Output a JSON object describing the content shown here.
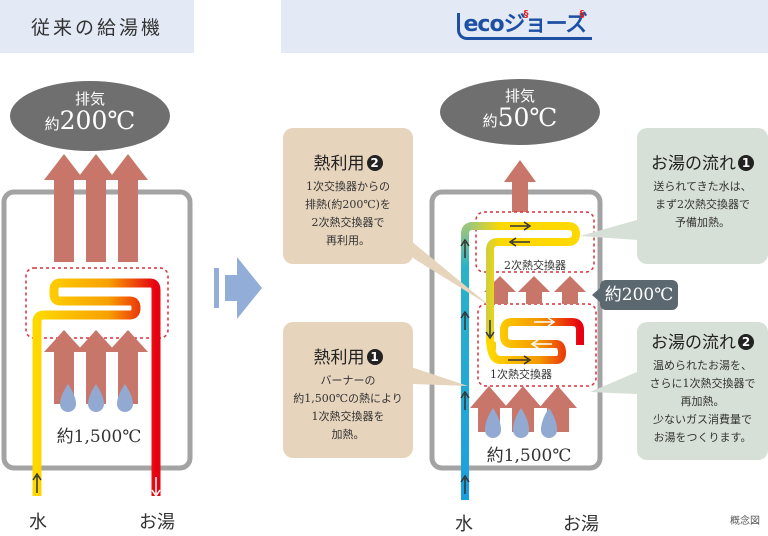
{
  "header": {
    "left_title": "従来の給湯機",
    "right_logo_text": "ecoジョーズ",
    "logo_steam_marks": "ss ss",
    "colors": {
      "header_bg": "#e3eaf5",
      "logo_blue": "#1d4fa3",
      "logo_steam_red": "#e5231f"
    }
  },
  "conventional": {
    "exhaust_label": "排気",
    "exhaust_prefix": "約",
    "exhaust_value": "200℃",
    "burner_temp": "約1,500℃",
    "water_in_label": "水",
    "hot_water_out_label": "お湯"
  },
  "eco": {
    "exhaust_label": "排気",
    "exhaust_prefix": "約",
    "exhaust_value": "50℃",
    "secondary_exchanger_label": "2次熱交換器",
    "primary_exchanger_label": "1次熱交換器",
    "mid_temp_callout": "約200℃",
    "burner_temp": "約1,500℃",
    "water_in_label": "水",
    "hot_water_out_label": "お湯"
  },
  "callouts": {
    "heat_use_2": {
      "title": "熱利用",
      "number": "2",
      "lines": [
        "1次交換器からの",
        "排熱(約200℃)を",
        "2次熱交換器で",
        "再利用。"
      ]
    },
    "heat_use_1": {
      "title": "熱利用",
      "number": "1",
      "lines": [
        "バーナーの",
        "約1,500℃の熱により",
        "1次熱交換器を",
        "加熱。"
      ]
    },
    "flow_1": {
      "title": "お湯の流れ",
      "number": "1",
      "lines": [
        "送られてきた水は、",
        "まず2次熱交換器で",
        "予備加熱。"
      ]
    },
    "flow_2": {
      "title": "お湯の流れ",
      "number": "2",
      "lines": [
        "温められたお湯を、",
        "さらに1次熱交換器で",
        "再加熱。",
        "少ないガス消費量で",
        "お湯をつくります。"
      ]
    }
  },
  "footnote": "概念図",
  "colors": {
    "exhaust_bubble": "#6f6f6f",
    "heat_arrow": "#c9766a",
    "flame": "#92a9d2",
    "cabinet_border": "#a3a3a3",
    "dashed_border": "#d9303a",
    "transition_arrow": "#92aed8",
    "tan_box": "#e6d4bd",
    "green_box": "#d7e0d6",
    "temp_callout": "#5c6870"
  }
}
